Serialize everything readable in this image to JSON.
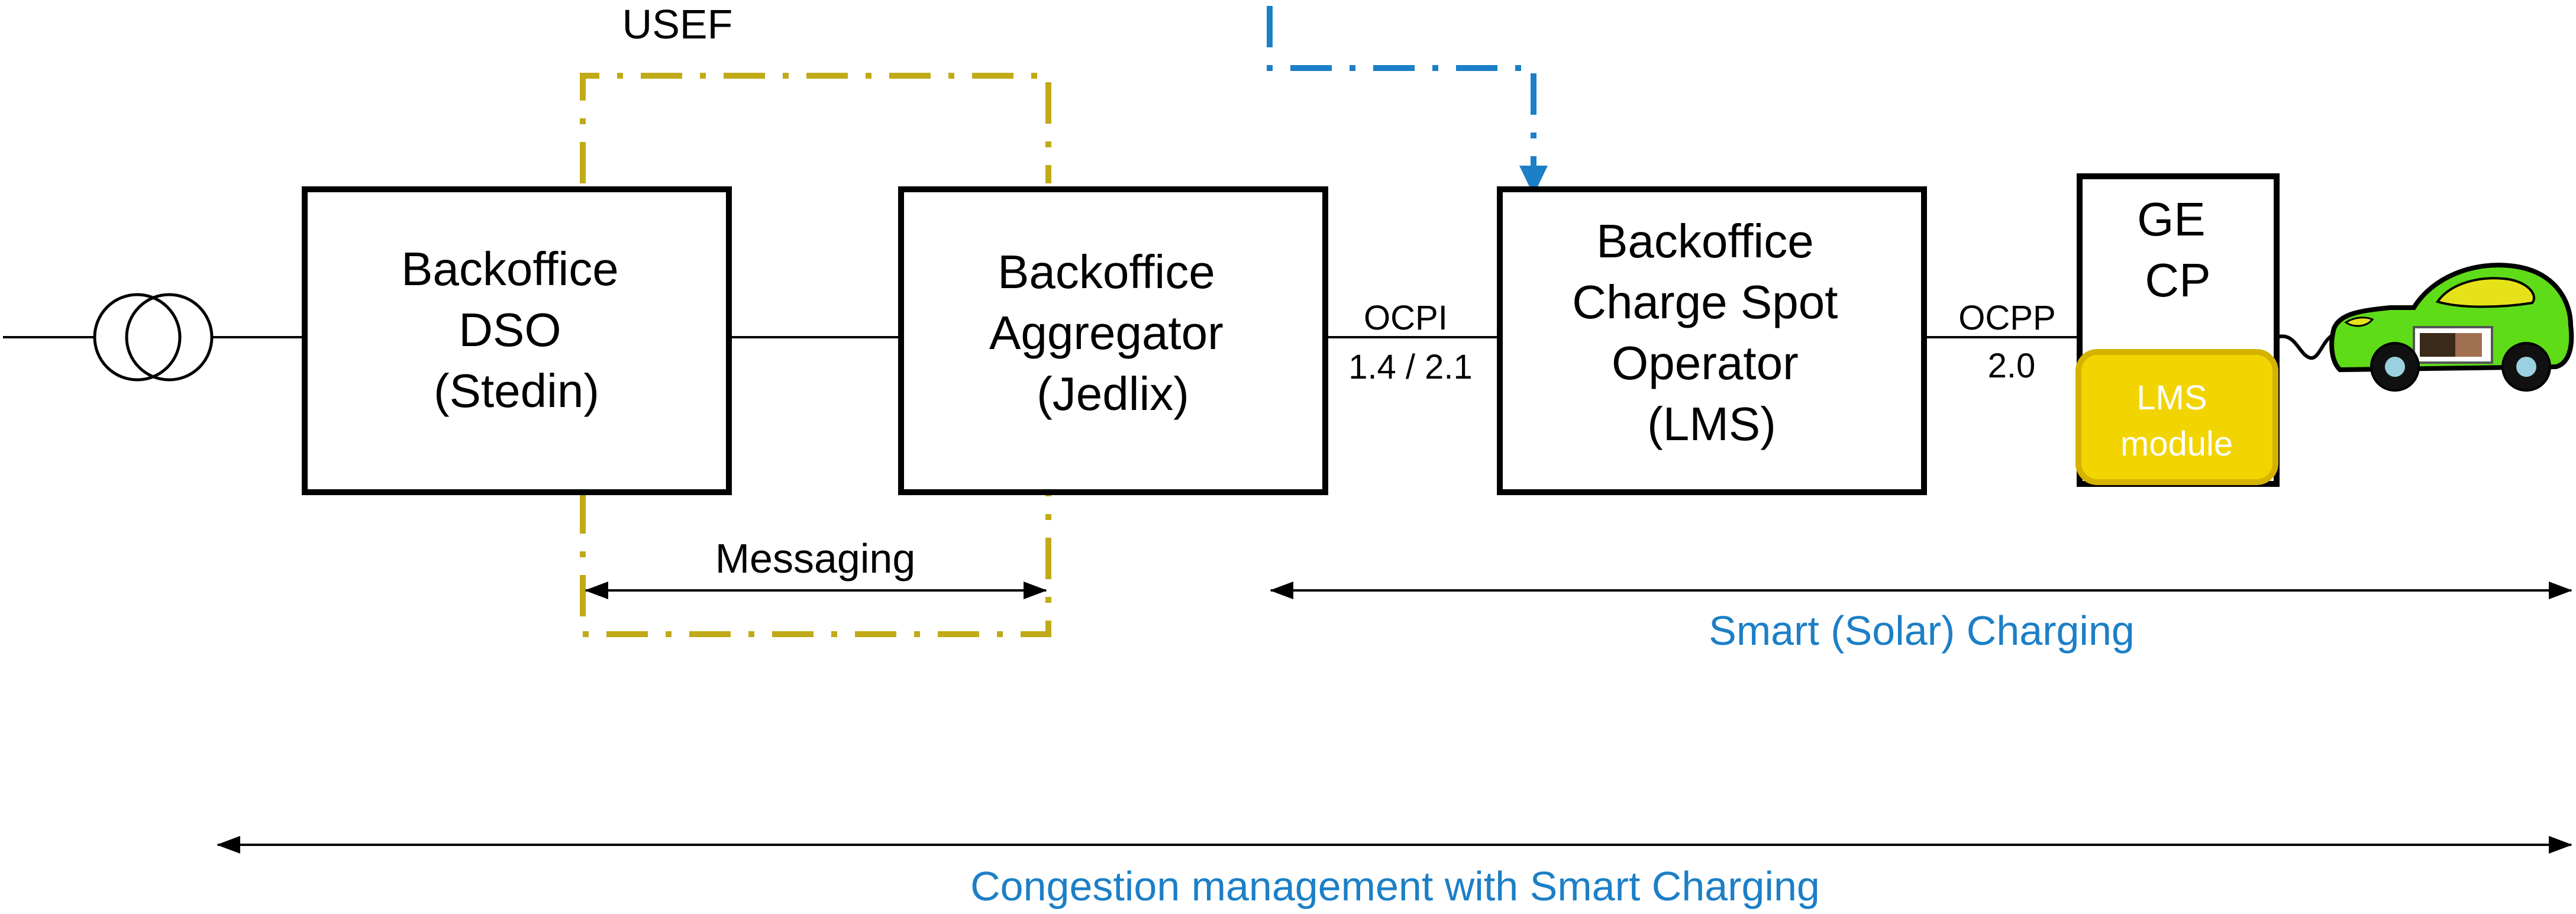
{
  "usef_label": "USEF",
  "boxes": {
    "dso": [
      "Backoffice",
      "DSO",
      "(Stedin)"
    ],
    "aggregator": [
      "Backoffice",
      "Aggregator",
      "(Jedlix)"
    ],
    "cso": [
      "Backoffice",
      "Charge Spot",
      "Operator",
      "(LMS)"
    ],
    "cp": [
      "GE",
      "CP"
    ]
  },
  "protocols": {
    "ocpi": [
      "OCPI",
      "1.4 / 2.1"
    ],
    "ocpp": [
      "OCPP",
      "2.0"
    ]
  },
  "lms_module": [
    "LMS",
    "module"
  ],
  "messaging_label": "Messaging",
  "smart_charging_label": "Smart (Solar) Charging",
  "congestion_label": "Congestion management with Smart Charging",
  "colors": {
    "usef": "#c0aa18",
    "link_blue": "#1c7fc7",
    "lms_fill": "#f2d400",
    "car_green": "#5fdc18"
  }
}
